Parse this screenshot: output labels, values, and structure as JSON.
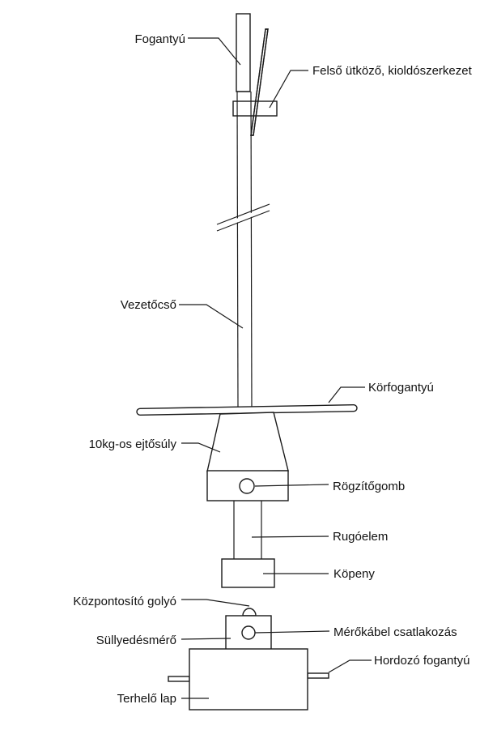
{
  "diagram": {
    "labels": {
      "handle": "Fogantyú",
      "upper_stop": "Felső ütköző, kioldószerkezet",
      "guide_tube": "Vezetőcső",
      "ring_handle": "Körfogantyú",
      "drop_weight": "10kg-os ejtősúly",
      "locking_knob": "Rögzítőgomb",
      "spring_element": "Rugóelem",
      "jacket": "Köpeny",
      "centering_ball": "Központosító golyó",
      "settlement_meter": "Süllyedésmérő",
      "cable_connector": "Mérőkábel csatlakozás",
      "carrying_handle": "Hordozó fogantyú",
      "load_plate": "Terhelő lap"
    }
  }
}
